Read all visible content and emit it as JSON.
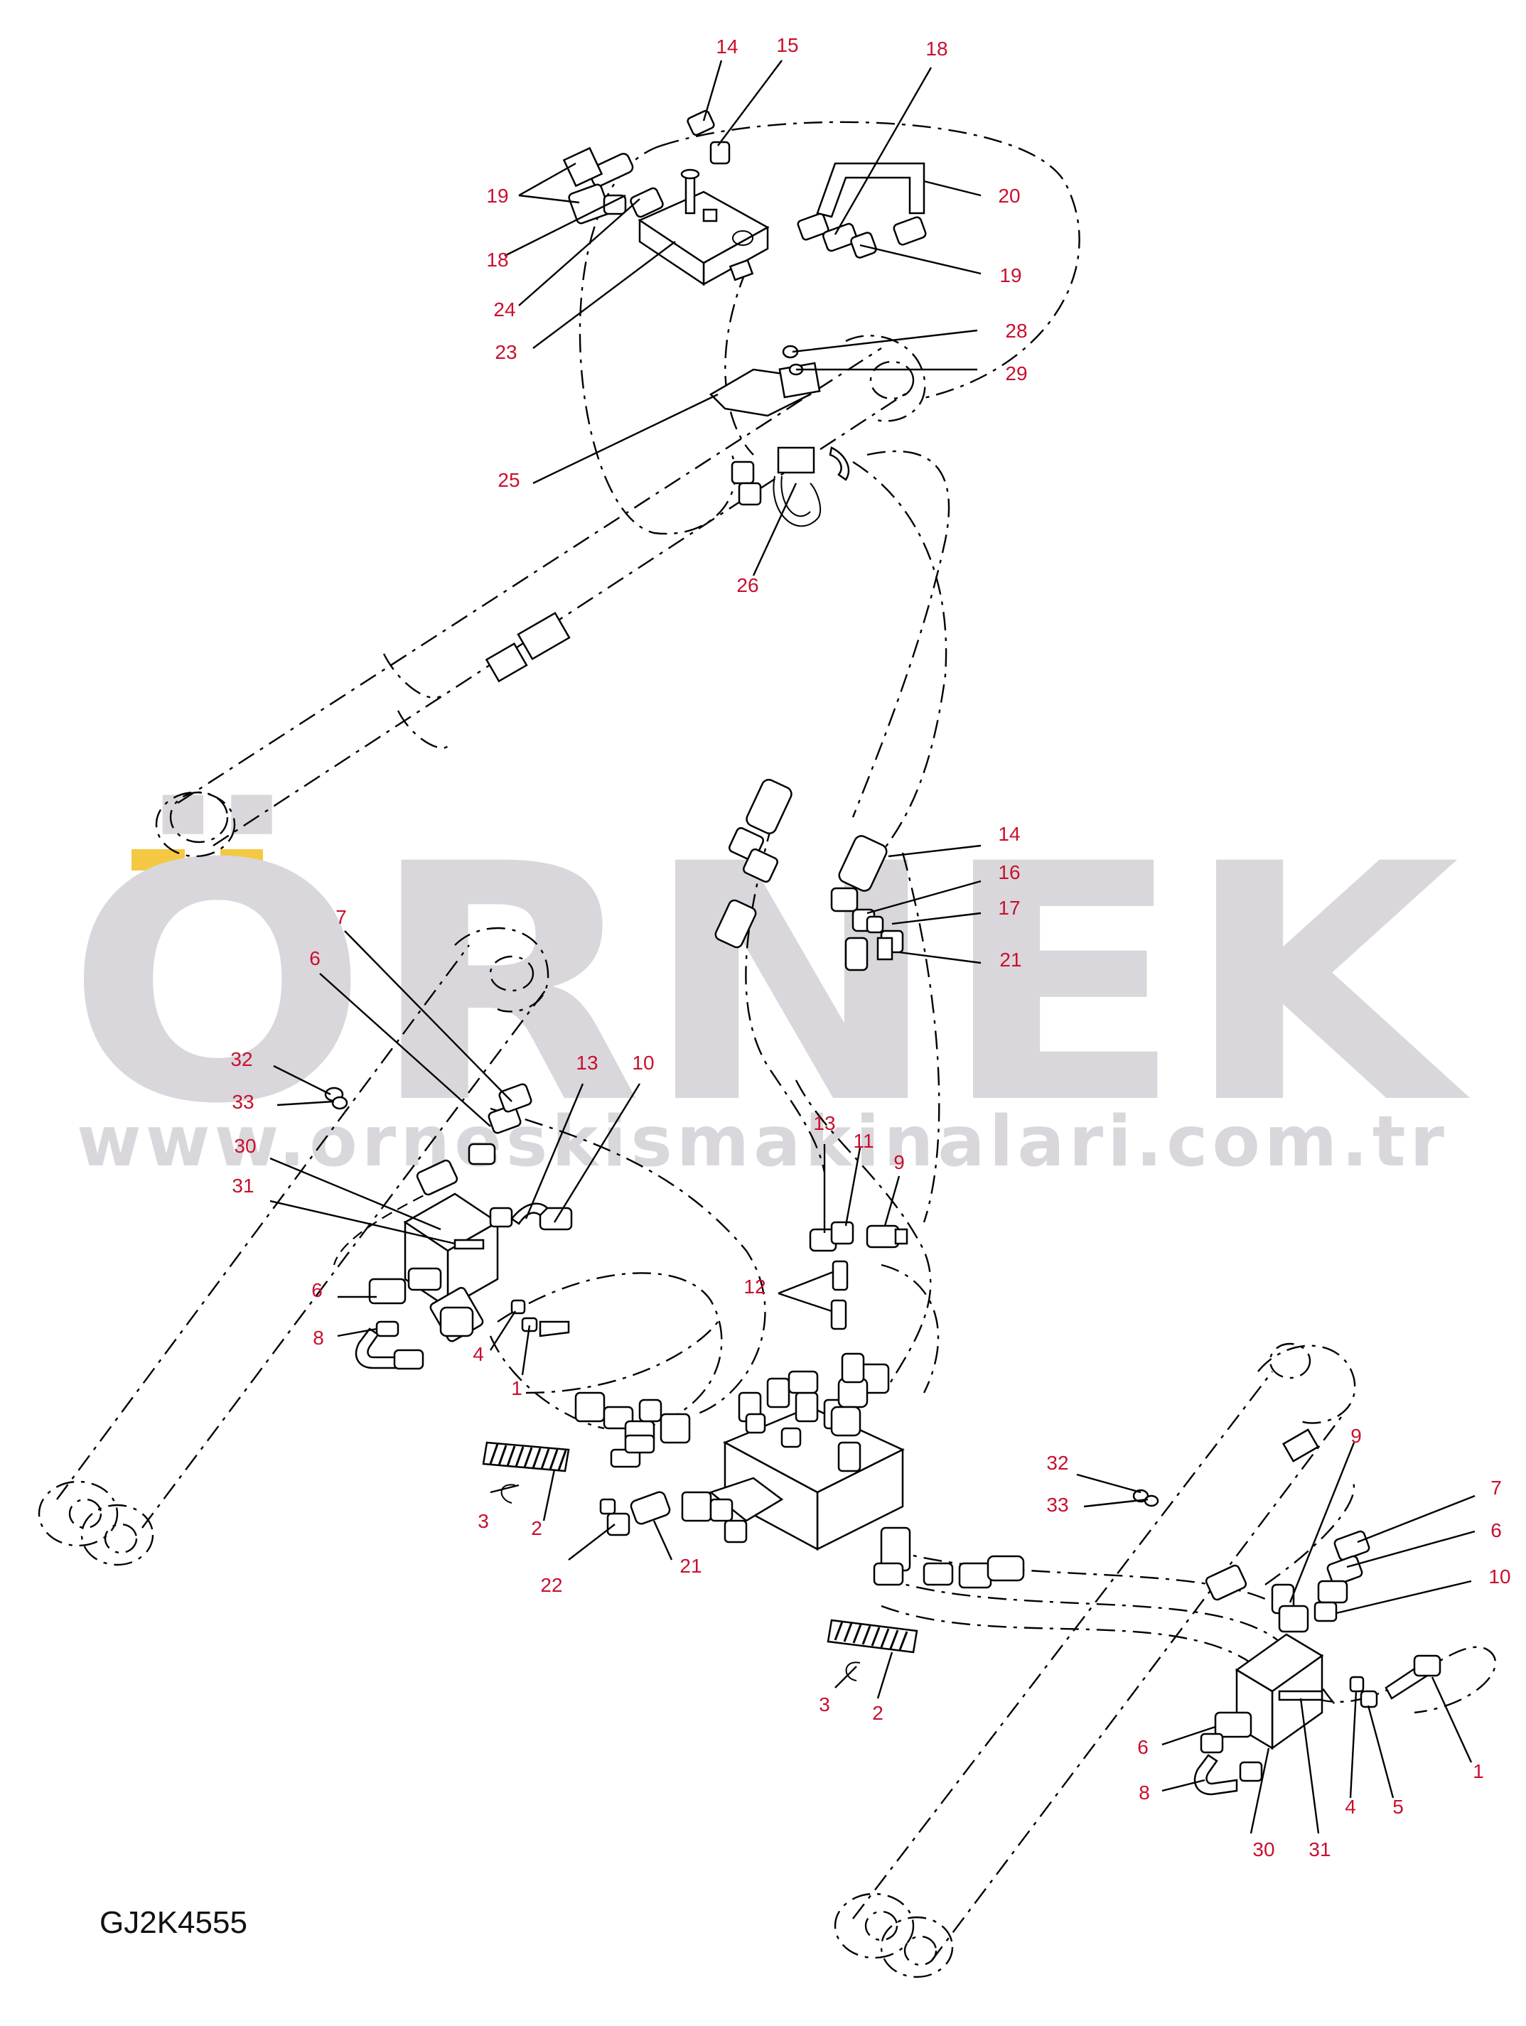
{
  "watermark": {
    "brand": "ÖRNEK",
    "url": "www.orneskismakinalari.com.tr",
    "accent": "#f4c842",
    "gray": "#d9d7db"
  },
  "colors": {
    "callout": "#c8102e",
    "line": "#000000"
  },
  "drawing_code": "GJ2K4555",
  "callouts": [
    "14",
    "15",
    "18",
    "19",
    "18",
    "24",
    "23",
    "20",
    "19",
    "28",
    "29",
    "25",
    "26",
    "14",
    "16",
    "17",
    "21",
    "7",
    "6",
    "32",
    "33",
    "30",
    "31",
    "13",
    "10",
    "6",
    "8",
    "4",
    "1",
    "13",
    "11",
    "9",
    "12",
    "3",
    "2",
    "22",
    "21",
    "9",
    "32",
    "33",
    "7",
    "6",
    "10",
    "3",
    "2",
    "6",
    "8",
    "30",
    "31",
    "4",
    "5",
    "1"
  ]
}
